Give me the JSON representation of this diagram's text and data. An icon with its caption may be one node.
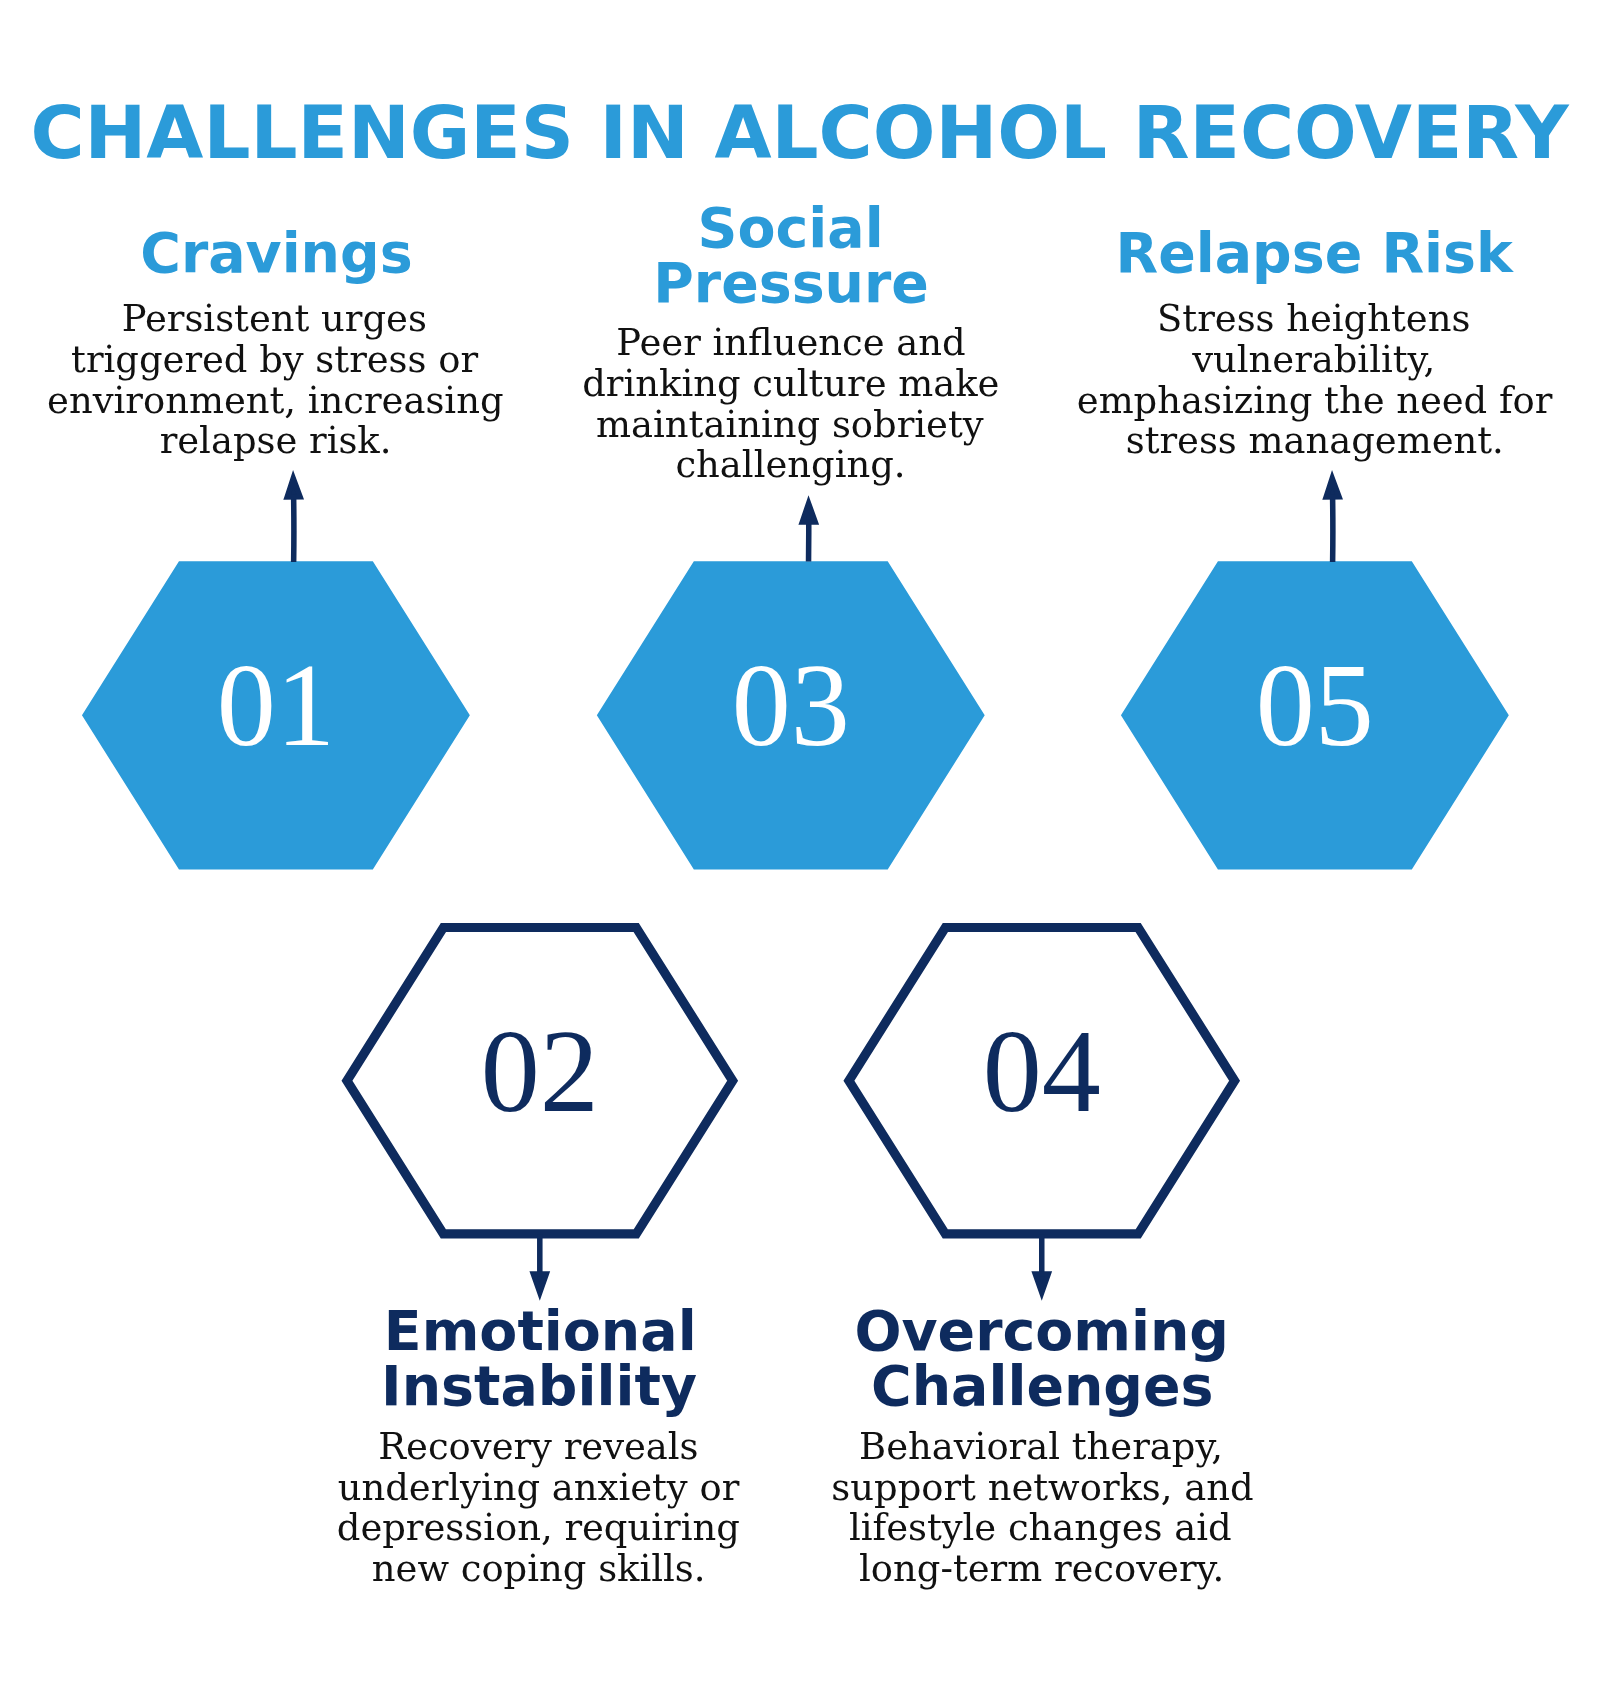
{
  "diagram": {
    "title": "CHALLENGES IN ALCOHOL RECOVERY",
    "nodes": [
      {
        "text": [
          "Cravings",
          "Persistent urges triggered by stress or environment, increasing relapse risk."
        ]
      },
      {
        "text": [
          "Social Pressure",
          "Peer influence and drinking culture make maintaining sobriety challenging."
        ]
      },
      {
        "text": [
          "Relapse Risk",
          "Stress heightens vulnerability, emphasizing the need for stress management."
        ]
      },
      {
        "text": [
          "01"
        ]
      },
      {
        "text": [
          "02"
        ]
      },
      {
        "text": [
          "03"
        ]
      },
      {
        "text": [
          "04"
        ]
      },
      {
        "text": [
          "05"
        ]
      },
      {
        "text": [
          "Emotional Instability",
          "Recovery reveals underlying anxiety or depression, requiring new coping skills."
        ]
      },
      {
        "text": [
          "Overcoming Challenges",
          "Behavioral therapy, support networks, and lifestyle changes aid long-term recovery."
        ]
      }
    ],
    "edges": [
      {
        "from": 3,
        "to": 0,
        "arrow": "to"
      },
      {
        "from": 5,
        "to": 1,
        "arrow": "to"
      },
      {
        "from": 7,
        "to": 2,
        "arrow": "to"
      },
      {
        "from": 4,
        "to": 8,
        "arrow": "to"
      },
      {
        "from": 6,
        "to": 9,
        "arrow": "to"
      }
    ]
  }
}
